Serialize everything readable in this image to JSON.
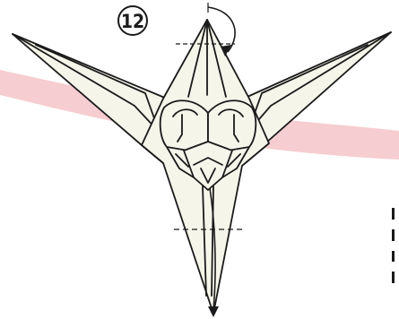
{
  "diagram": {
    "step_number": "12",
    "colors": {
      "paper": "#f6f5ea",
      "outline": "#1a1a1a",
      "band": "#f6cdd0",
      "background": "#ffffff"
    },
    "icons": [
      "step-circle",
      "fold-behind-arrow",
      "valley-fold-line",
      "down-arrow"
    ]
  }
}
